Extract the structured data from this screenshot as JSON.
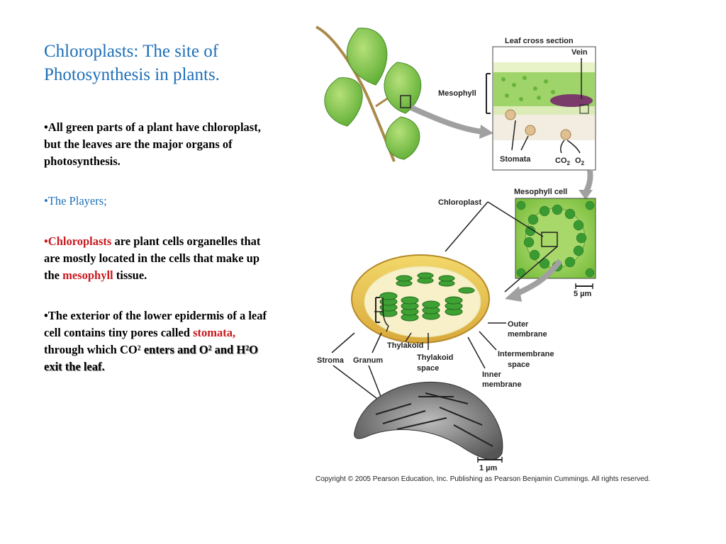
{
  "slide": {
    "title": "Chloroplasts: The site of Photosynthesis in plants.",
    "bullet1": "•All green parts of a plant have chloroplast, but the leaves are the major organs of photosynthesis.",
    "bullet2": "•The Players;",
    "bullet3": {
      "prefix": "•",
      "term1": "Chloroplasts",
      "text1": " are plant cells organelles that are mostly located in the cells that make up the ",
      "term2": "mesophyll",
      "text2": "  tissue."
    },
    "bullet4": {
      "text1": "•The exterior of the lower epidermis of a leaf cell contains tiny pores called ",
      "term": "stomata,",
      "text2": " through which CO² ",
      "text3": "enters and O² and H²O exit the leaf."
    }
  },
  "figure": {
    "labels": {
      "leaf_cross_section": "Leaf cross section",
      "vein": "Vein",
      "mesophyll": "Mesophyll",
      "stomata": "Stomata",
      "co2": "CO",
      "co2_sub": "2",
      "o2": "O",
      "o2_sub": "2",
      "mesophyll_cell": "Mesophyll cell",
      "chloroplast": "Chloroplast",
      "scale_5um": "5 µm",
      "outer_membrane_1": "Outer",
      "outer_membrane_2": "membrane",
      "intermembrane_1": "Intermembrane",
      "intermembrane_2": "space",
      "inner_membrane_1": "Inner",
      "inner_membrane_2": "membrane",
      "thylakoid": "Thylakoid",
      "thylakoid_space_1": "Thylakoid",
      "thylakoid_space_2": "space",
      "stroma": "Stroma",
      "granum": "Granum",
      "scale_1um": "1 µm"
    },
    "copyright": "Copyright ©  2005 Pearson Education, Inc. Publishing as Pearson Benjamin Cummings. All rights reserved.",
    "colors": {
      "title_blue": "#1e6fb8",
      "term_red": "#c8191e",
      "leaf_green": "#7cc44a",
      "chloroplast_outer": "#e8c24a",
      "thylakoid_green": "#2f8a2a",
      "arrow_gray": "#a0a0a0"
    }
  }
}
